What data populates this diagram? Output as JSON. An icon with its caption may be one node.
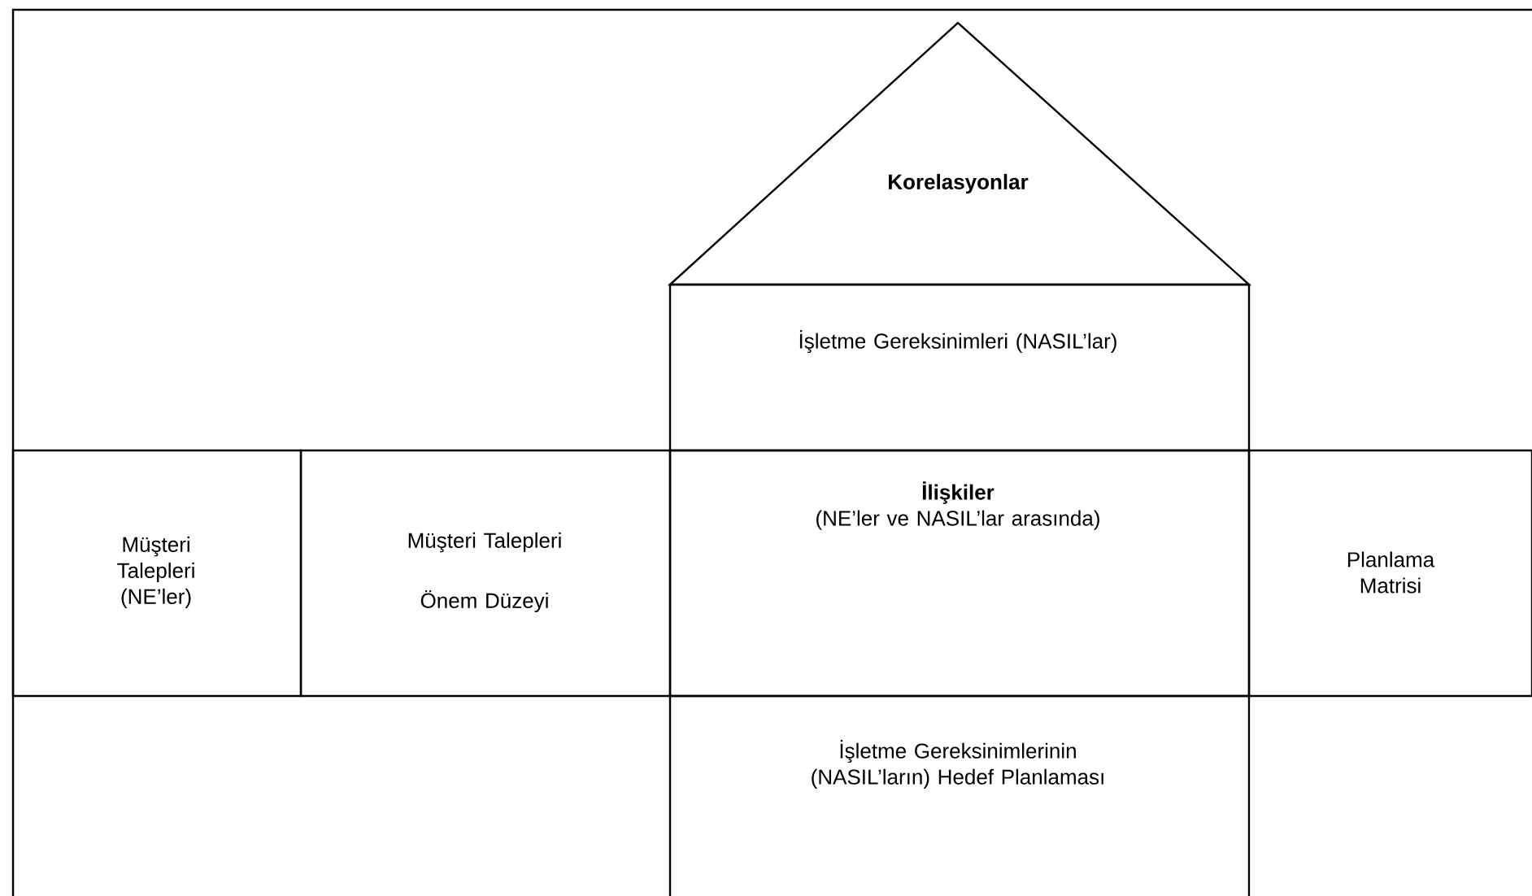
{
  "diagram": {
    "nodes": [
      {
        "text": [
          "Korelasyonlar"
        ]
      },
      {
        "text": [
          "İşletme Gereksinimleri (NASIL’lar)"
        ]
      },
      {
        "text": [
          "Müşteri Talepleri (NE’ler)"
        ]
      },
      {
        "text": [
          "Müşteri Talepleri Önem Düzeyi"
        ]
      },
      {
        "text": [
          "İlişkiler",
          "(NE’ler ve NASIL’lar arasında)"
        ]
      },
      {
        "text": [
          "Planlama Matrisi"
        ]
      },
      {
        "text": [
          "İşletme Gereksinimlerinin (NASIL’ların) Hedef Planlaması"
        ]
      }
    ]
  }
}
